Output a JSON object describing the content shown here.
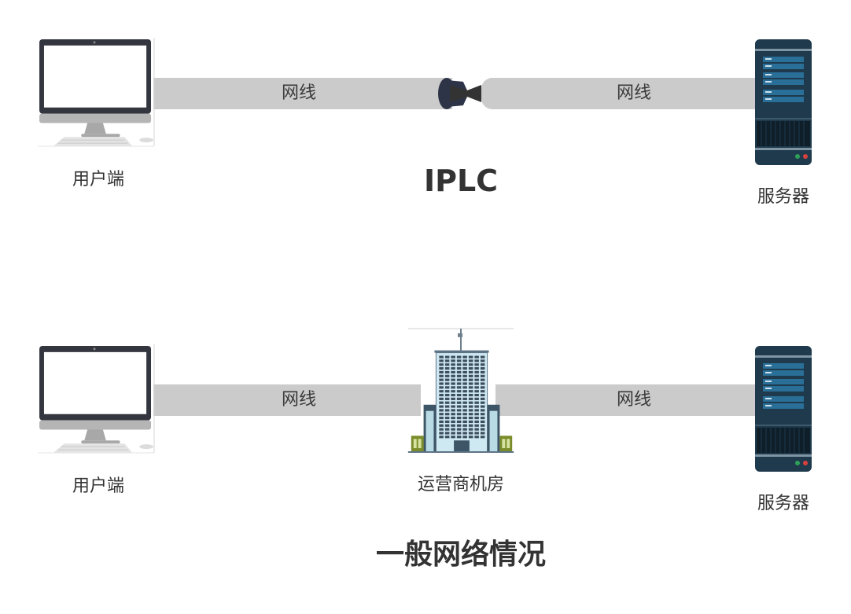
{
  "diagrams": [
    {
      "id": "iplc",
      "title": "IPLC",
      "nodes": {
        "client": {
          "label": "用户端",
          "icon": "desktop-computer-icon"
        },
        "middle": {
          "label": "",
          "icon": "cable-connector-icon"
        },
        "server": {
          "label": "服务器",
          "icon": "server-rack-icon"
        }
      },
      "links": [
        {
          "label": "网线"
        },
        {
          "label": "网线"
        }
      ]
    },
    {
      "id": "general",
      "title": "一般网络情况",
      "nodes": {
        "client": {
          "label": "用户端",
          "icon": "desktop-computer-icon"
        },
        "middle": {
          "label": "运营商机房",
          "icon": "office-building-icon"
        },
        "server": {
          "label": "服务器",
          "icon": "server-rack-icon"
        }
      },
      "links": [
        {
          "label": "网线"
        },
        {
          "label": "网线"
        }
      ]
    }
  ],
  "colors": {
    "cable": "#cbcbcb",
    "text": "#333333",
    "monitor_frame": "#33363f",
    "server_body": "#1e3a4c",
    "server_panel": "#2a6f97",
    "building_glass": "#cfe9f2",
    "building_window": "#3d4e5e",
    "building_green": "#7a8c2a"
  }
}
